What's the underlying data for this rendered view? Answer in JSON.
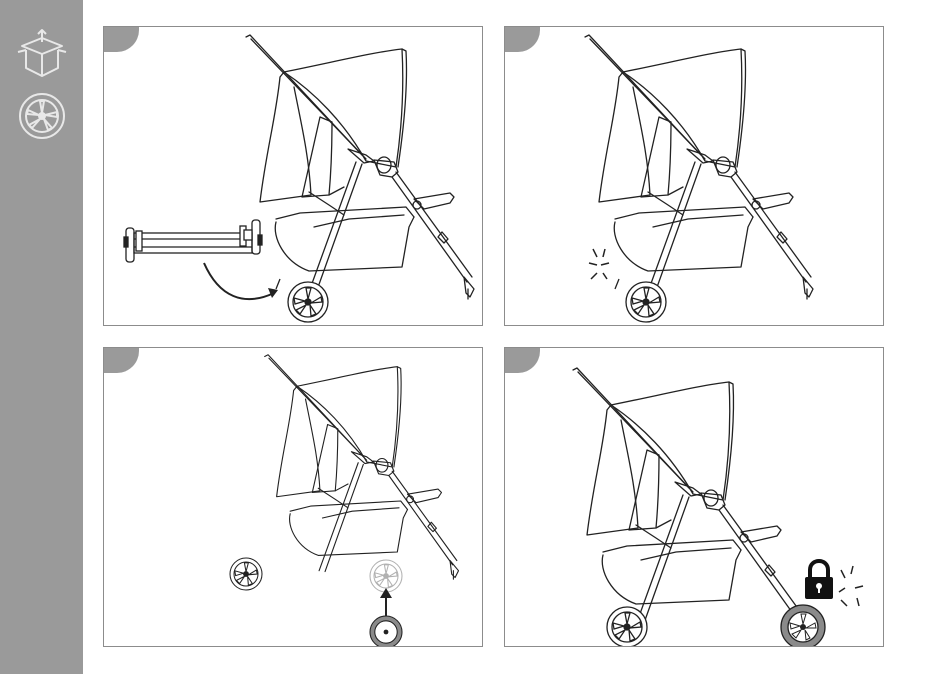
{
  "sidebar": {
    "icons": [
      "box-unpack-icon",
      "wheel-icon"
    ],
    "color": "#9a9a9a"
  },
  "panels": [
    {
      "name": "step-1",
      "content": "stroller-attach-rear-wheel-axle"
    },
    {
      "name": "step-2",
      "content": "stroller-axle-click-into-place"
    },
    {
      "name": "step-3",
      "content": "stroller-attach-front-wheel"
    },
    {
      "name": "step-4",
      "content": "stroller-wheel-lock-click"
    }
  ],
  "colors": {
    "line": "#222222",
    "tab": "#9a9a9a",
    "wheel_dark": "#8a8a8a",
    "wheel_ghost": "#c8c8c8",
    "frame": "#8c8c8c"
  }
}
